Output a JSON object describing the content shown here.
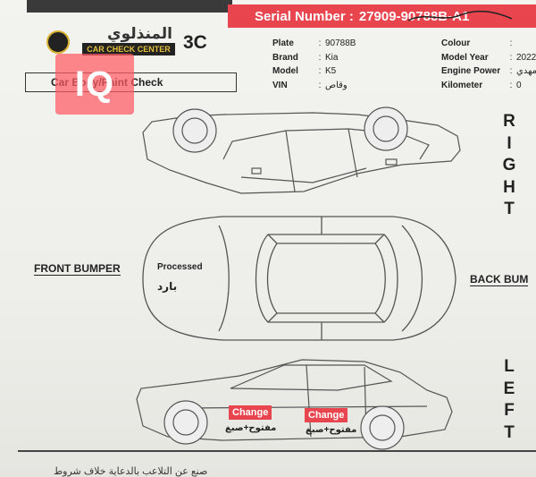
{
  "header": {
    "serial_label": "Serial Number :",
    "serial_value": "27909-90788B-A1",
    "logo_arabic": "المنذلوي",
    "logo_english": "CAR CHECK CENTER",
    "grade": "3C"
  },
  "section_title": "Car Body/Paint Check",
  "watermark": "IQ",
  "vehicle_info_left": [
    {
      "label": "Plate",
      "value": "90788B"
    },
    {
      "label": "Brand",
      "value": "Kia"
    },
    {
      "label": "Model",
      "value": "K5"
    },
    {
      "label": "VIN",
      "value": "وقاص"
    }
  ],
  "vehicle_info_right": [
    {
      "label": "Colour",
      "value": ""
    },
    {
      "label": "Model Year",
      "value": "2022"
    },
    {
      "label": "Engine Power",
      "value": "مهدي"
    },
    {
      "label": "Kilometer",
      "value": "0"
    }
  ],
  "sides": {
    "right": [
      "R",
      "I",
      "G",
      "H",
      "T"
    ],
    "left": [
      "L",
      "E",
      "F",
      "T"
    ],
    "front": "FRONT BUMPER",
    "back": "BACK BUM"
  },
  "annotations": {
    "processed_en": "Processed",
    "processed_ar": "بارد",
    "change_1_en": "Change",
    "change_1_ar": "مفتوح+صبغ",
    "change_2_en": "Change",
    "change_2_ar": "مفتوح+صبغ"
  },
  "bottom_text": "صنع عن التلاعب بالدعاية خلاف شروط",
  "colors": {
    "accent": "#e8454f",
    "logo_gold": "#e3c03a",
    "dark": "#222222"
  }
}
